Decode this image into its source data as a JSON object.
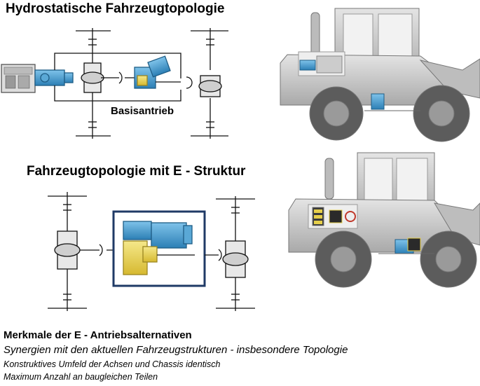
{
  "titles": {
    "hydrostatic": "Hydrostatische Fahrzeugtopologie",
    "electric": "Fahrzeugtopologie mit E - Struktur"
  },
  "labels": {
    "basisantrieb": "Basisantrieb"
  },
  "features": {
    "heading": "Merkmale der E - Antriebsalternativen",
    "line1": "Synergien mit den aktuellen Fahrzeugstrukturen - insbesondere Topologie",
    "line2": "Konstruktives Umfeld der Achsen und Chassis identisch",
    "line3": "Maximum Anzahl an baugleichen Teilen"
  },
  "colors": {
    "component_blue": "#3a8fc4",
    "component_yellow": "#e6cf4a",
    "loader_gray": "#c9c9c9",
    "frame_navy": "#1f3a66"
  }
}
